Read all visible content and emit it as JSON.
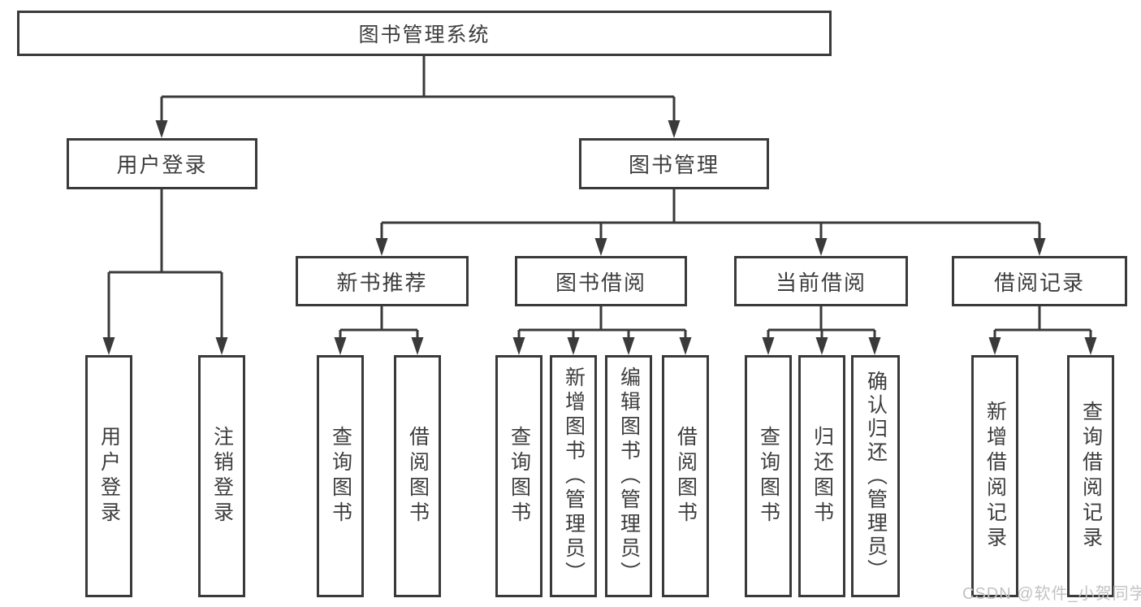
{
  "tree": {
    "root": "图书管理系统",
    "level2": [
      "用户登录",
      "图书管理"
    ],
    "level3": [
      "新书推荐",
      "图书借阅",
      "当前借阅",
      "借阅记录"
    ],
    "leaves": {
      "user_login": [
        "用户登录",
        "注销登录"
      ],
      "new_book_recommend": [
        "查询图书",
        "借阅图书"
      ],
      "book_borrow": [
        "查询图书",
        "新增图书（管理员）",
        "编辑图书（管理员）",
        "借阅图书"
      ],
      "current_borrow": [
        "查询图书",
        "归还图书",
        "确认归还（管理员）"
      ],
      "borrow_records": [
        "新增借阅记录",
        "查询借阅记录"
      ]
    }
  },
  "watermark": "CSDN @软件_小贺同学",
  "colors": {
    "line": "#3a3a3a",
    "text": "#3d3d3d",
    "box_background": "#ffffff",
    "watermark": "#c3c3c3",
    "page_background": "#ffffff"
  }
}
